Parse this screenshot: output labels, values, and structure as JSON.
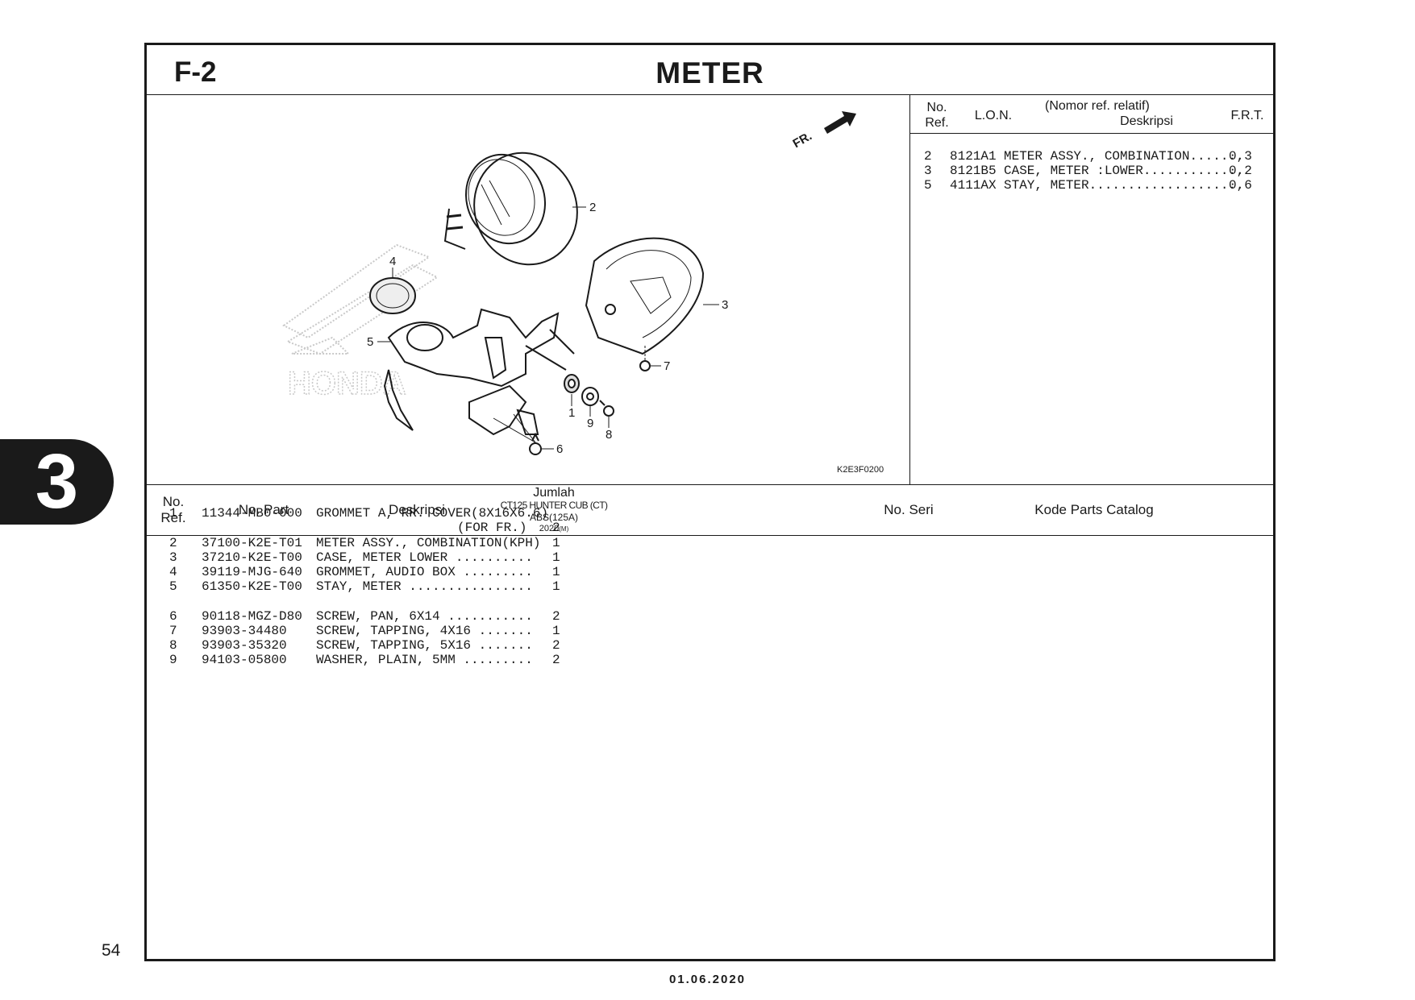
{
  "page": {
    "section_code": "F-2",
    "title": "METER",
    "figure_code": "K2E3F0200",
    "chapter_tab": "3",
    "page_number": "54",
    "date": "01.06.2020",
    "front_marker": "FR."
  },
  "diagram_callouts": [
    "1",
    "2",
    "3",
    "4",
    "5",
    "6",
    "7",
    "8",
    "9"
  ],
  "frt_table": {
    "headers": {
      "ref_top": "No.",
      "ref_bottom": "Ref.",
      "lon": "L.O.N.",
      "desc_top": "(Nomor ref. relatif)",
      "desc_bottom": "Deskripsi",
      "frt": "F.R.T."
    },
    "rows": [
      {
        "ref": "2",
        "lon": "8121A1",
        "desc": "METER ASSY., COMBINATION.......",
        "frt": "0,3"
      },
      {
        "ref": "3",
        "lon": "8121B5",
        "desc": "CASE, METER :LOWER.............",
        "frt": "0,2"
      },
      {
        "ref": "5",
        "lon": "4111AX",
        "desc": "STAY, METER....................",
        "frt": "0,6"
      }
    ]
  },
  "parts_table": {
    "headers": {
      "ref_top": "No.",
      "ref_bottom": "Ref.",
      "part_no": "No. Part",
      "desc": "Deskripsi",
      "qty_title": "Jumlah",
      "qty_line1": "CT125 HUNTER CUB (CT)",
      "qty_line2": "ABS(125A)",
      "qty_line3": "2020",
      "qty_line3_sub": "(M)",
      "serial": "No. Seri",
      "catalog": "Kode Parts Catalog"
    },
    "rows": [
      {
        "ref": "1",
        "part": "11344-MB0-000",
        "desc": "GROMMET A, RR. COVER(8X16X6.6)",
        "desc2": "(FOR FR.)",
        "qty": "2"
      },
      {
        "ref": "2",
        "part": "37100-K2E-T01",
        "desc": "METER ASSY., COMBINATION(KPH)",
        "qty": "1"
      },
      {
        "ref": "3",
        "part": "37210-K2E-T00",
        "desc": "CASE, METER LOWER ..........",
        "qty": "1"
      },
      {
        "ref": "4",
        "part": "39119-MJG-640",
        "desc": "GROMMET, AUDIO BOX .........",
        "qty": "1"
      },
      {
        "ref": "5",
        "part": "61350-K2E-T00",
        "desc": "STAY, METER ................",
        "qty": "1"
      },
      {
        "ref": "6",
        "part": "90118-MGZ-D80",
        "desc": "SCREW, PAN, 6X14 ...........",
        "qty": "2"
      },
      {
        "ref": "7",
        "part": "93903-34480",
        "desc": "SCREW, TAPPING, 4X16 .......",
        "qty": "1"
      },
      {
        "ref": "8",
        "part": "93903-35320",
        "desc": "SCREW, TAPPING, 5X16 .......",
        "qty": "2"
      },
      {
        "ref": "9",
        "part": "94103-05800",
        "desc": "WASHER, PLAIN, 5MM .........",
        "qty": "2"
      }
    ]
  }
}
